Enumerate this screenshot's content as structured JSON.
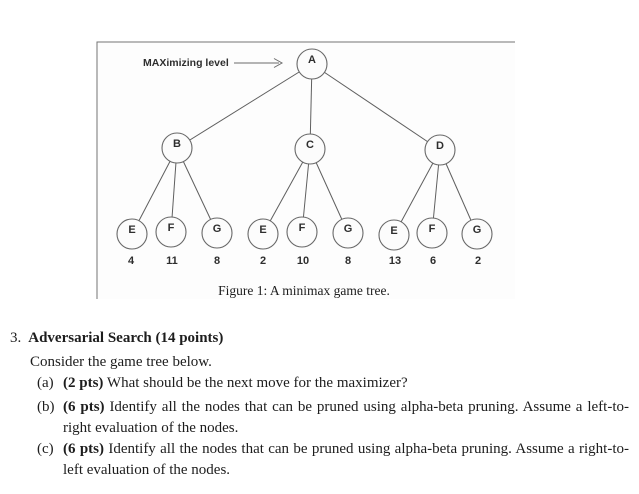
{
  "figure": {
    "max_label": "MAXimizing level",
    "caption": "Figure 1: A minimax game tree.",
    "root_label": "A",
    "branch_labels": [
      "B",
      "C",
      "D"
    ],
    "leaf_labels": [
      "E",
      "F",
      "G",
      "E",
      "F",
      "G",
      "E",
      "F",
      "G"
    ],
    "leaf_values": [
      "4",
      "11",
      "8",
      "2",
      "10",
      "8",
      "13",
      "6",
      "2"
    ],
    "tree_structure": {
      "root": "A",
      "children": {
        "A": [
          "B",
          "C",
          "D"
        ],
        "B": [
          "E",
          "F",
          "G"
        ],
        "C": [
          "E",
          "F",
          "G"
        ],
        "D": [
          "E",
          "F",
          "G"
        ]
      },
      "leaf_values": {
        "B": {
          "E": 4,
          "F": 11,
          "G": 8
        },
        "C": {
          "E": 2,
          "F": 10,
          "G": 8
        },
        "D": {
          "E": 13,
          "F": 6,
          "G": 2
        }
      }
    }
  },
  "question": {
    "number": "3.",
    "title": "Adversarial Search (14 points)",
    "intro": "Consider the game tree below.",
    "parts": [
      {
        "marker": "(a)",
        "points": "(2 pts)",
        "text": "What should be the next move for the maximizer?"
      },
      {
        "marker": "(b)",
        "points": "(6 pts)",
        "text": "Identify all the nodes that can be pruned using alpha-beta pruning. Assume a left-to-right evaluation of the nodes."
      },
      {
        "marker": "(c)",
        "points": "(6 pts)",
        "text": "Identify all the nodes that can be pruned using alpha-beta pruning. Assume a right-to-left evaluation of the nodes."
      }
    ]
  },
  "colors": {
    "ink": "#1d1d1d",
    "scan_line": "#606060",
    "scan_border": "#737373",
    "node_fill": "#fcfcfc"
  }
}
